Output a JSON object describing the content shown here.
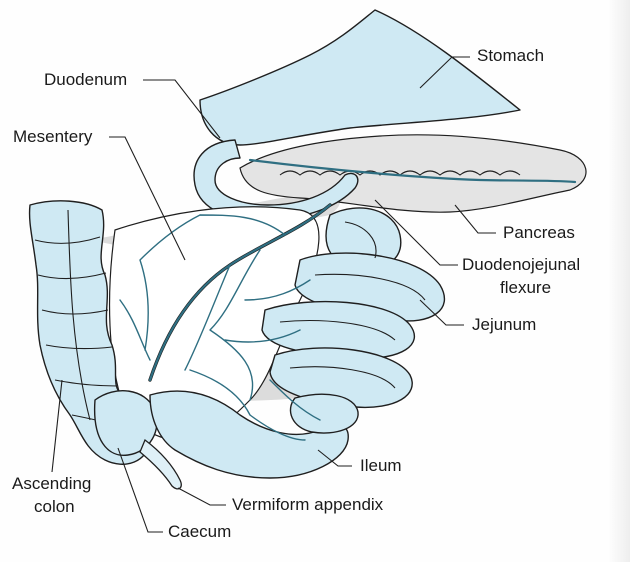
{
  "labels": {
    "stomach": "Stomach",
    "duodenum": "Duodenum",
    "mesentery": "Mesentery",
    "pancreas": "Pancreas",
    "duodenojejunal_line1": "Duodenojejunal",
    "duodenojejunal_line2": "flexure",
    "jejunum": "Jejunum",
    "ileum": "Ileum",
    "ascending_line1": "Ascending",
    "ascending_line2": "colon",
    "appendix": "Vermiform appendix",
    "caecum": "Caecum"
  },
  "colors": {
    "organ_fill": "#cfe9f3",
    "vessel": "#2f6f82",
    "pancreas_fill": "#e4e4e4",
    "outline": "#1f1f1f"
  }
}
